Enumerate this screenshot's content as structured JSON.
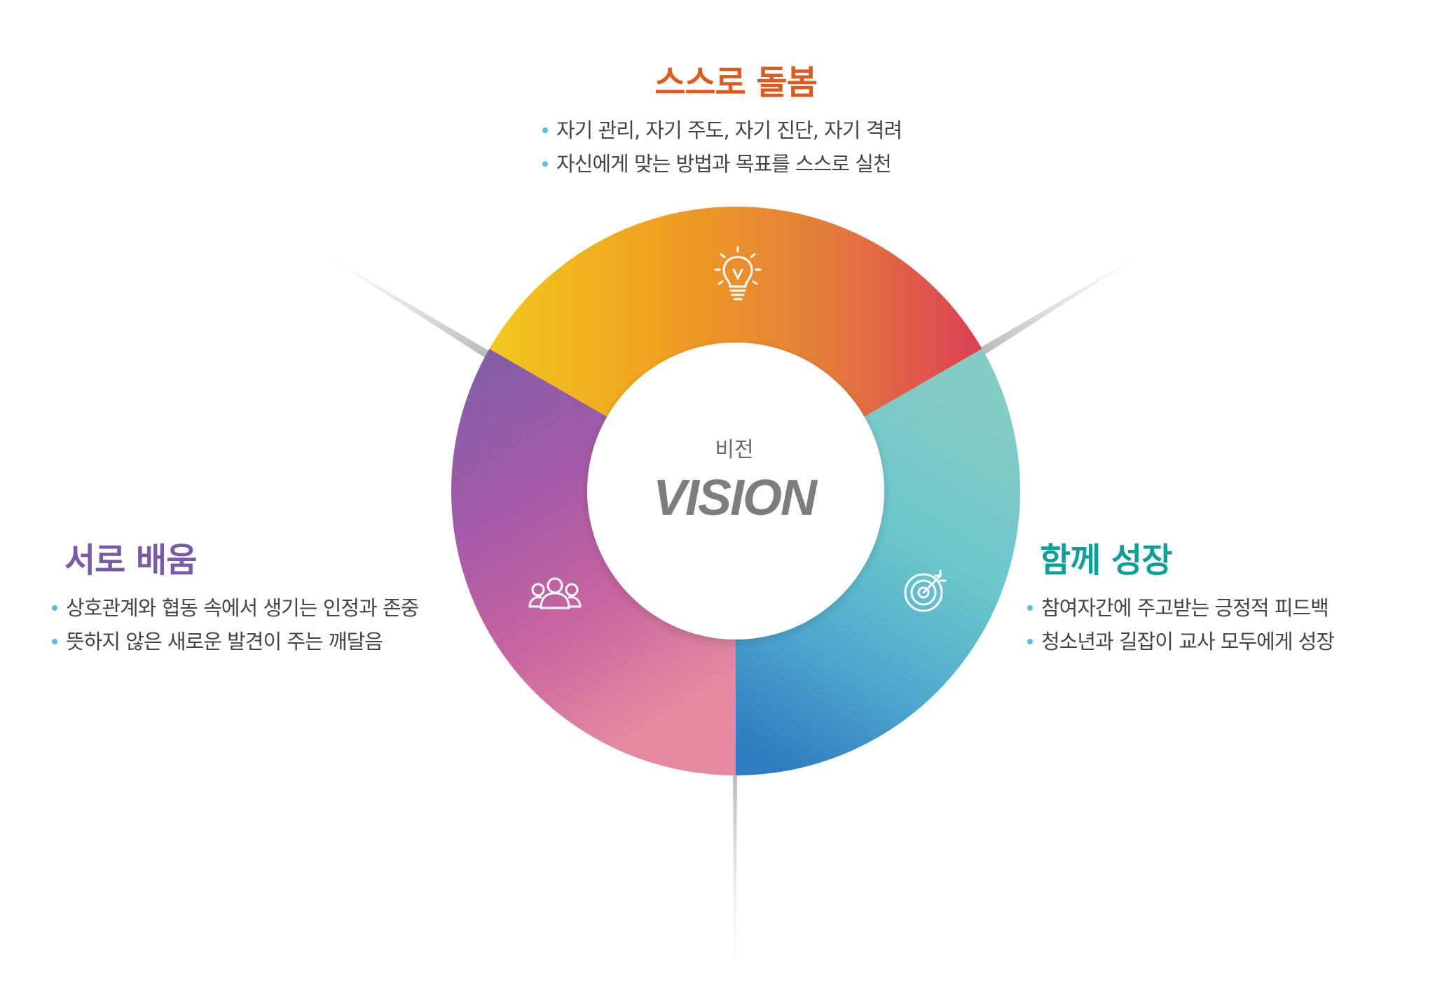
{
  "center": {
    "subtitle": "비전",
    "title": "VISION"
  },
  "segments": [
    {
      "heading": "스스로 돌봄",
      "color": "#e05a1e",
      "bullets": [
        "자기 관리, 자기 주도, 자기 진단, 자기 격려",
        "자신에게 맞는 방법과 목표를 스스로 실천"
      ],
      "icon": "lightbulb-icon",
      "gradient": [
        "#f3c81e",
        "#f0a020",
        "#e47a3c",
        "#dc3f56"
      ]
    },
    {
      "heading": "서로 배움",
      "color": "#7a5aa8",
      "bullets": [
        "상호관계와 협동 속에서 생기는 인정과 존중",
        "뜻하지 않은 새로운 발견이 주는 깨달음"
      ],
      "icon": "people-group-icon",
      "gradient": [
        "#7e5ea8",
        "#a65aa8",
        "#c965a0",
        "#e58aa0"
      ]
    },
    {
      "heading": "함께 성장",
      "color": "#0f9e9a",
      "bullets": [
        "참여자간에 주고받는 긍정적 피드백",
        "청소년과 길잡이 교사 모두에게 성장"
      ],
      "icon": "target-icon",
      "gradient": [
        "#86ccc6",
        "#6ac6ca",
        "#4fa8cf",
        "#2f7cc0"
      ]
    }
  ],
  "bullet_color": "#5bc0de"
}
